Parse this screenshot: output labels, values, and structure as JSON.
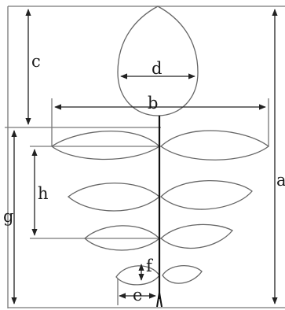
{
  "labels": {
    "a": "a",
    "b": "b",
    "c": "c",
    "d": "d",
    "e": "e",
    "f": "f",
    "g": "g",
    "h": "h"
  },
  "colors": {
    "outline": "#666666",
    "stem": "#111111",
    "background": "#ffffff"
  }
}
